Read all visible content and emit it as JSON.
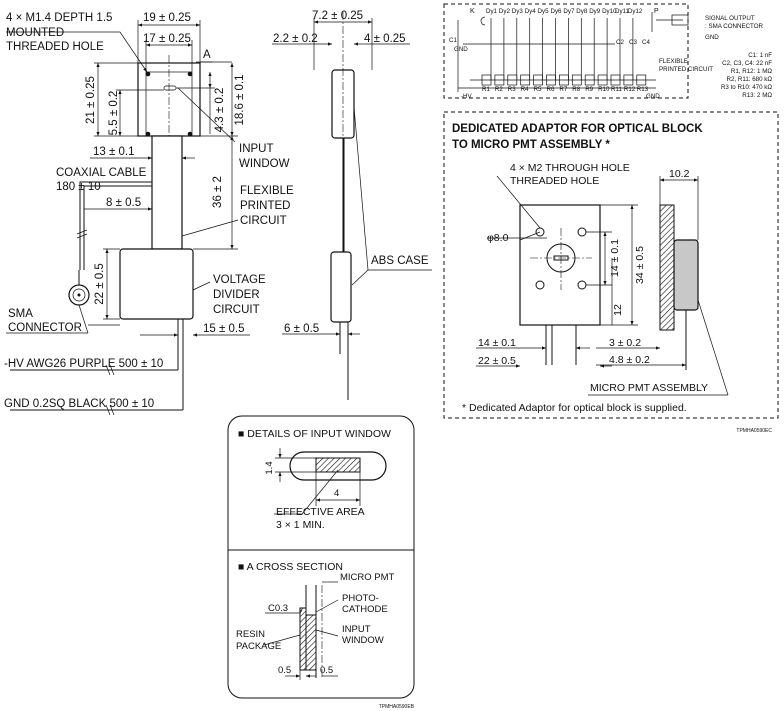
{
  "dims": {
    "threaded_hole_count": "4 × M1.4  DEPTH 1.5",
    "mounted_threaded_hole_1": "MOUNTED",
    "mounted_threaded_hole_2": "THREADED HOLE",
    "width_19": "19 ± 0.25",
    "width_17": "17 ± 0.25",
    "a_label": "A",
    "h_21": "21 ± 0.25",
    "h_55": "5.5 ± 0.2",
    "h_43": "4.3 ± 0.2",
    "h_186": "18.6 ± 0.1",
    "w_13": "13 ± 0.1",
    "input_window_1": "INPUT",
    "input_window_2": "WINDOW",
    "coaxial_cable": "COAXIAL CABLE",
    "coax_len": "180 ± 10",
    "w_8": "8 ± 0.5",
    "h_36": "36 ± 2",
    "fpc_1": "FLEXIBLE",
    "fpc_2": "PRINTED",
    "fpc_3": "CIRCUIT",
    "h_22": "22 ± 0.5",
    "vdc_1": "VOLTAGE",
    "vdc_2": "DIVIDER",
    "vdc_3": "CIRCUIT",
    "sma_1": "SMA",
    "sma_2": "CONNECTOR",
    "w_15": "15 ± 0.5",
    "hv_wire": "-HV AWG26 PURPLE 500 ± 10",
    "gnd_wire": "GND 0.2SQ BLACK 500 ± 10",
    "side_72": "7.2 ± 0.25",
    "side_22": "2.2 ± 0.2",
    "side_4": "4 ± 0.25",
    "abs_case": "ABS CASE",
    "side_6": "6 ± 0.5"
  },
  "schematic": {
    "k": "K",
    "dynodes": [
      "Dy1",
      "Dy2",
      "Dy3",
      "Dy4",
      "Dy5",
      "Dy6",
      "Dy7",
      "Dy8",
      "Dy9",
      "Dy10",
      "Dy11",
      "Dy12"
    ],
    "p": "P",
    "c1": "C1",
    "gnd_left": "GND",
    "caps": [
      "C2",
      "C3",
      "C4"
    ],
    "resistors": [
      "R1",
      "R2",
      "R3",
      "R4",
      "R5",
      "R6",
      "R7",
      "R8",
      "R9",
      "R10",
      "R11",
      "R12",
      "R13"
    ],
    "hv": "-HV",
    "gnd_bottom": "GND",
    "signal_output": "SIGNAL OUTPUT",
    "sma_connector": ": SMA CONNECTOR",
    "gnd_right": "GND",
    "flex_1": "FLEXIBLE",
    "flex_2": "PRINTED CIRCUIT",
    "values": [
      "C1: 1 nF",
      "C2, C3, C4: 22 nF",
      "R1, R12: 1 MΩ",
      "R2, R11: 680 kΩ",
      "R3 to R10: 470 kΩ",
      "R13: 2 MΩ"
    ]
  },
  "adaptor": {
    "title_1": "DEDICATED ADAPTOR FOR OPTICAL BLOCK",
    "title_2": "TO MICRO PMT ASSEMBLY *",
    "holes_1": "4 × M2 THROUGH HOLE",
    "holes_2": "THREADED HOLE",
    "phi": "φ8.0",
    "d_14": "14 ± 0.1",
    "d_34": "34 ± 0.5",
    "d_12": "12",
    "d_14b": "14 ± 0.1",
    "d_22": "22 ± 0.5",
    "d_102": "10.2",
    "d_3": "3 ± 0.2",
    "d_48": "4.8 ± 0.2",
    "micro_pmt": "MICRO PMT ASSEMBLY",
    "note": "* Dedicated Adaptor for optical block is supplied.",
    "code": "TPMHA0590EC"
  },
  "window_detail": {
    "title": "■ DETAILS OF INPUT WINDOW",
    "d_14": "1.4",
    "d_4": "4",
    "effective_area": "EFFECTIVE AREA",
    "min": "3 × 1 MIN."
  },
  "cross_section": {
    "title": "■ A CROSS SECTION",
    "micro_pmt": "MICRO PMT",
    "photo_1": "PHOTO-",
    "photo_2": "CATHODE",
    "input_1": "INPUT",
    "input_2": "WINDOW",
    "c03": "C0.3",
    "resin_1": "RESIN",
    "resin_2": "PACKAGE",
    "d_05a": "0.5",
    "d_05b": "0.5",
    "code": "TPMHA0590EB"
  }
}
